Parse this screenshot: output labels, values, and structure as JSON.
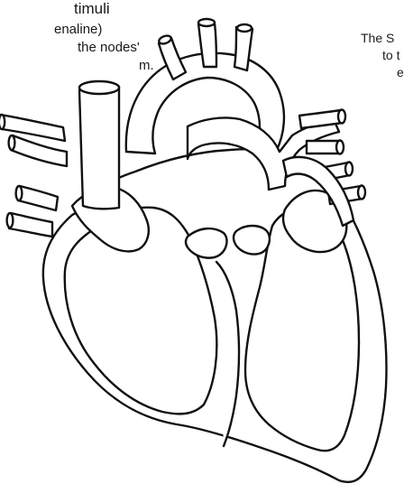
{
  "left_annotation": {
    "line1": "timuli",
    "line2": "enaline)",
    "line3": "the nodes'",
    "line4": "m."
  },
  "right_annotation": {
    "line1": "The S",
    "line2": "to t",
    "line3": "em"
  }
}
